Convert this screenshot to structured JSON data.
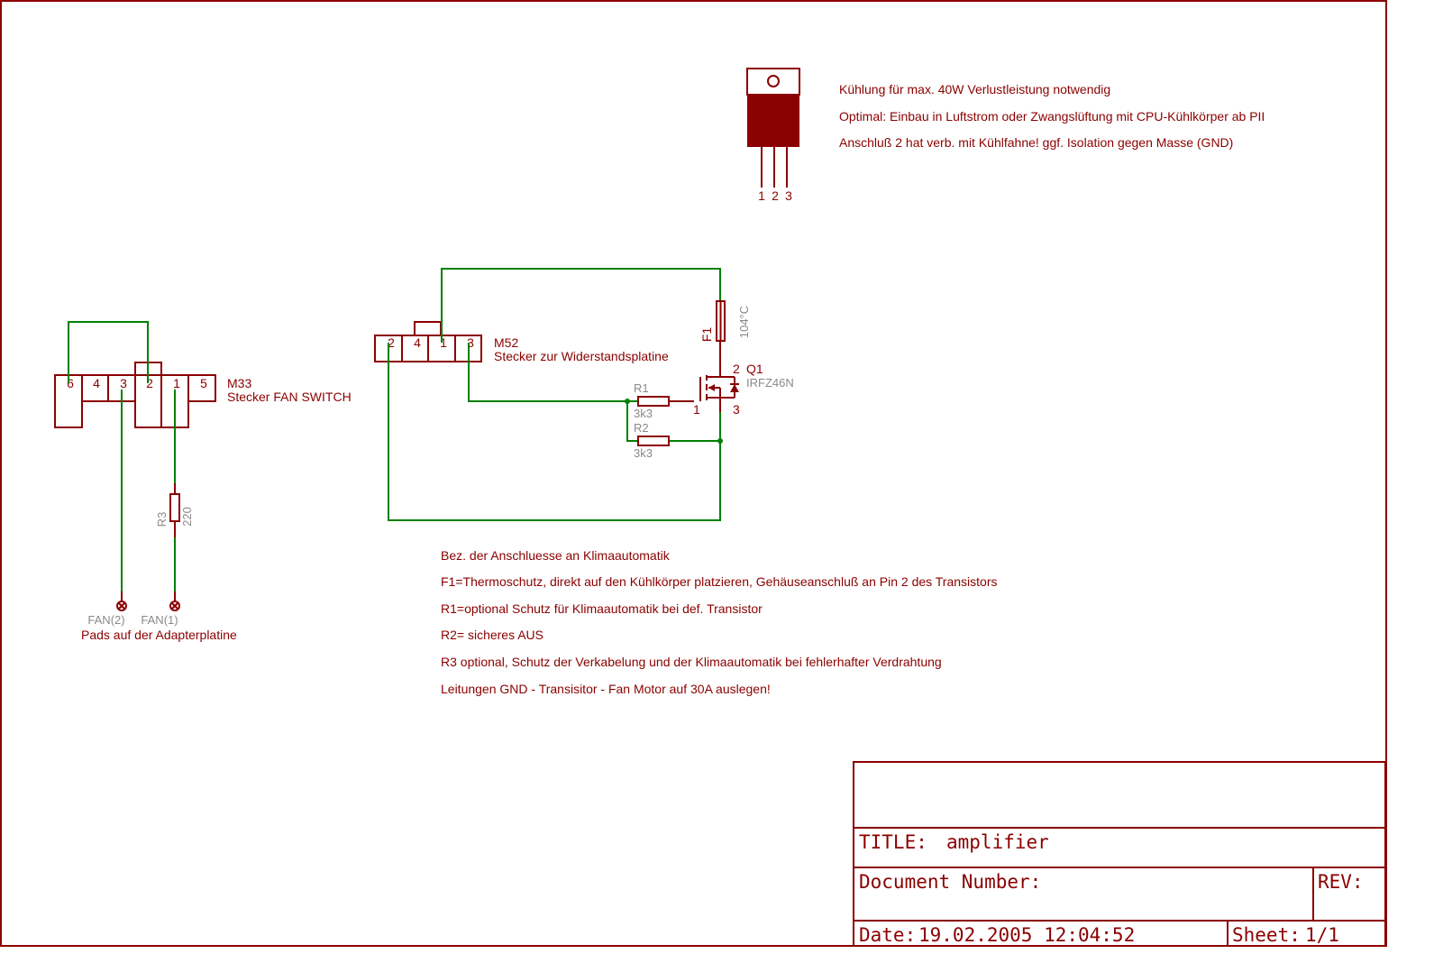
{
  "colors": {
    "frame": "#8b0000",
    "wire": "#008000",
    "value_text": "#8a8a8a",
    "background": "#ffffff"
  },
  "package": {
    "pin1": "1",
    "pin2": "2",
    "pin3": "3"
  },
  "notes_top": [
    "Kühlung für max. 40W Verlustleistung notwendig",
    "Optimal: Einbau in Luftstrom oder Zwangslüftung mit CPU-Kühlkörper ab PII",
    "Anschluß 2 hat verb. mit Kühlfahne! ggf. Isolation gegen Masse (GND)"
  ],
  "m33": {
    "name": "M33",
    "desc": "Stecker FAN SWITCH",
    "pins": [
      "6",
      "4",
      "3",
      "2",
      "1",
      "5"
    ]
  },
  "m52": {
    "name": "M52",
    "desc": "Stecker zur Widerstandsplatine",
    "pins": [
      "2",
      "4",
      "1",
      "3"
    ]
  },
  "r1": {
    "name": "R1",
    "value": "3k3"
  },
  "r2": {
    "name": "R2",
    "value": "3k3"
  },
  "r3": {
    "name": "R3",
    "value": "220"
  },
  "f1": {
    "name": "F1",
    "value": "104°C"
  },
  "q1": {
    "name": "Q1",
    "value": "IRFZ46N",
    "pin1": "1",
    "pin2": "2",
    "pin3": "3"
  },
  "pads": {
    "fan2": "FAN(2)",
    "fan1": "FAN(1)",
    "caption": "Pads auf der Adapterplatine"
  },
  "notes_bottom": [
    "Bez. der Anschluesse an Klimaautomatik",
    "F1=Thermoschutz, direkt auf den Kühlkörper platzieren, Gehäuseanschluß an Pin 2 des Transistors",
    "R1=optional Schutz für Klimaautomatik bei def. Transistor",
    "R2= sicheres AUS",
    "R3 optional, Schutz der Verkabelung und der Klimaautomatik bei fehlerhafter Verdrahtung",
    "Leitungen GND - Transisitor - Fan Motor auf 30A auslegen!"
  ],
  "title_block": {
    "title_label": "TITLE:",
    "title_value": "amplifier",
    "doc_label": "Document Number:",
    "rev_label": "REV:",
    "date_label": "Date:",
    "date_value": "19.02.2005 12:04:52",
    "sheet_label": "Sheet:",
    "sheet_value": "1/1"
  }
}
